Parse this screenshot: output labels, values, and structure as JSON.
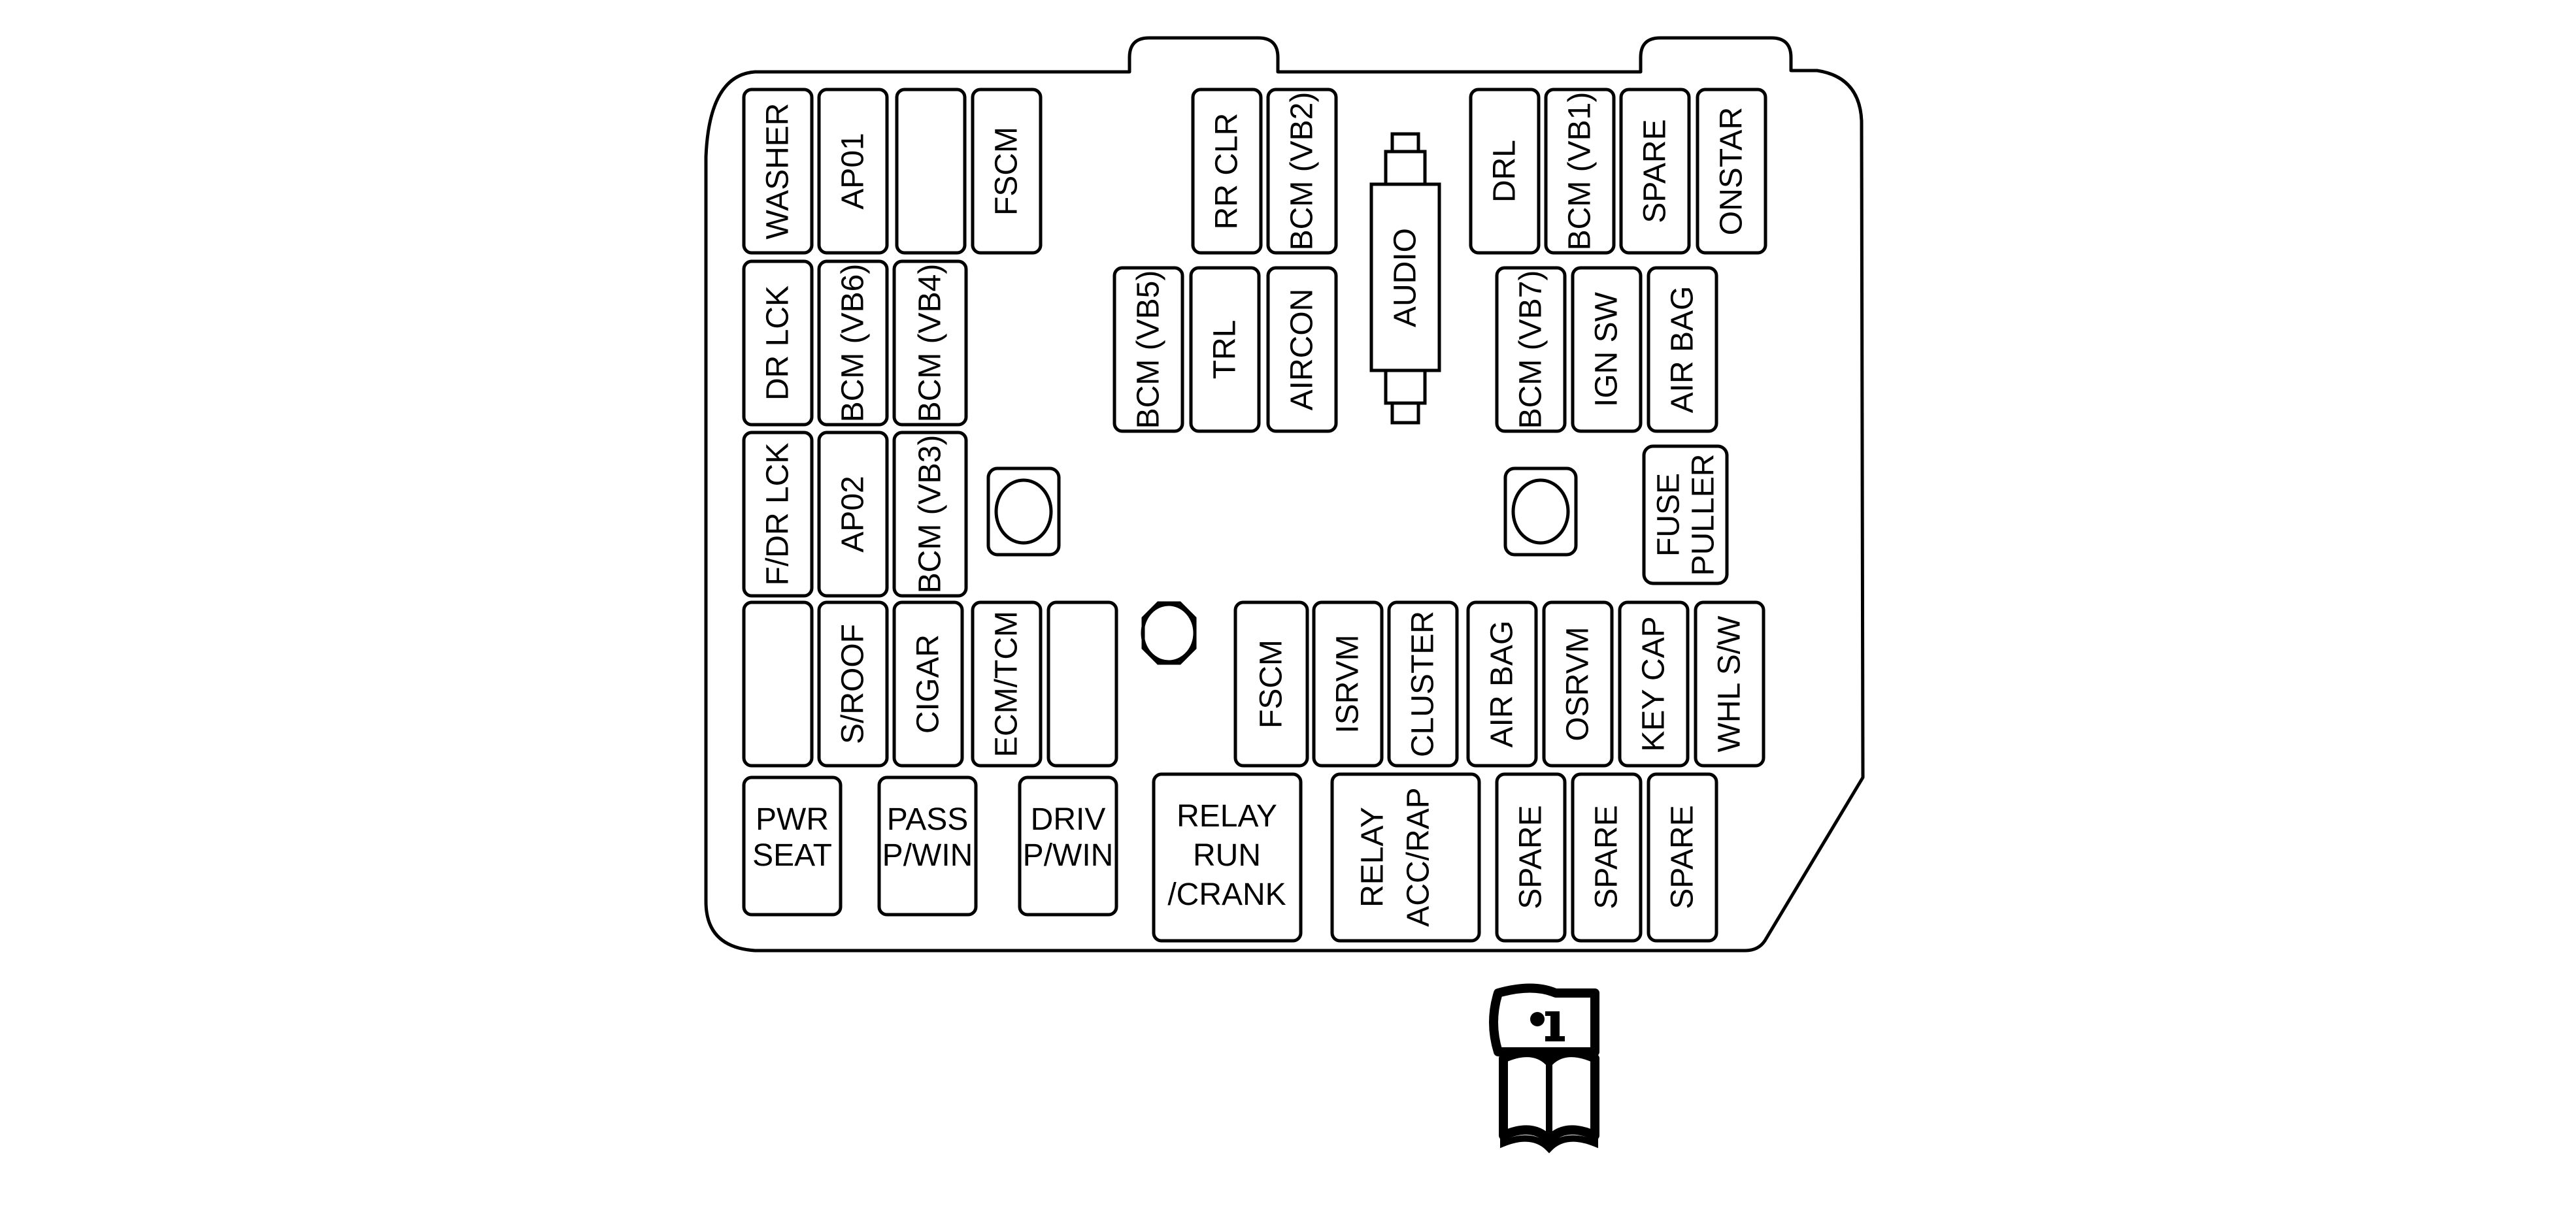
{
  "fuse_block": {
    "top_left": {
      "washer": "WASHER",
      "ap01": "AP01",
      "fscm": "FSCM"
    },
    "row2_left": {
      "dr_lck": "DR LCK",
      "bcm_vb6": "BCM (VB6)",
      "bcm_vb4": "BCM (VB4)"
    },
    "row3_left": {
      "f_dr_lck": "F/DR LCK",
      "ap02": "AP02",
      "bcm_vb3": "BCM (VB3)"
    },
    "row4_left": {
      "s_roof": "S/ROOF",
      "cigar": "CIGAR",
      "ecm_tcm": "ECM/TCM"
    },
    "bottom_left": {
      "pwr_seat": [
        "PWR",
        "SEAT"
      ],
      "pass_pwin": [
        "PASS",
        "P/WIN"
      ],
      "driv_pwin": [
        "DRIV",
        "P/WIN"
      ]
    },
    "center_top": {
      "rr_clr": "RR CLR",
      "bcm_vb2": "BCM (VB2)"
    },
    "center_mid": {
      "bcm_vb5": "BCM (VB5)",
      "trl": "TRL",
      "aircon": "AIRCON"
    },
    "audio": "AUDIO",
    "right_top": {
      "drl": "DRL",
      "bcm_vb1": "BCM (VB1)",
      "spare": "SPARE",
      "onstar": "ONSTAR"
    },
    "right_mid": {
      "bcm_vb7": "BCM (VB7)",
      "ign_sw": "IGN SW",
      "air_bag": "AIR BAG"
    },
    "fuse_puller": [
      "FUSE",
      "PULLER"
    ],
    "row4_right": {
      "fscm": "FSCM",
      "isrvm": "ISRVM",
      "cluster": "CLUSTER",
      "air_bag": "AIR BAG",
      "osrvm": "OSRVM",
      "key_cap": "KEY CAP",
      "whl_sw": "WHL S/W"
    },
    "relay_run_crank": [
      "RELAY",
      "RUN",
      "/CRANK"
    ],
    "relay_acc_rap": [
      "RELAY",
      "ACC/RAP"
    ],
    "bottom_spares": [
      "SPARE",
      "SPARE",
      "SPARE"
    ]
  },
  "colors": {
    "line": "#000000",
    "background": "#ffffff"
  },
  "icons": [
    "owner-manual-info-icon"
  ]
}
